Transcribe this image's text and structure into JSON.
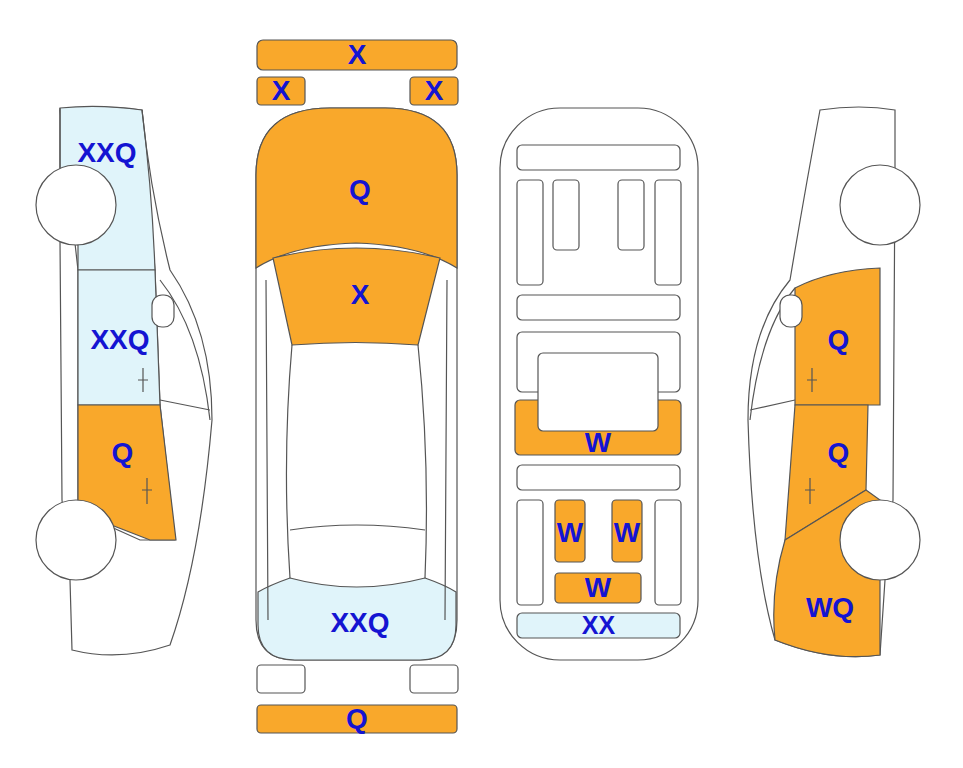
{
  "diagram": {
    "nodes": [
      {
        "text": [
          "X"
        ]
      },
      {
        "text": [
          "X"
        ]
      },
      {
        "text": [
          "X"
        ]
      },
      {
        "text": [
          "XXQ"
        ]
      },
      {
        "text": [
          "XXQ"
        ]
      },
      {
        "text": [
          "Q"
        ]
      },
      {
        "text": [
          "Q"
        ]
      },
      {
        "text": [
          "X"
        ]
      },
      {
        "text": [
          "XXQ"
        ]
      },
      {
        "text": [
          "Q"
        ]
      },
      {
        "text": [
          "W"
        ]
      },
      {
        "text": [
          "W"
        ]
      },
      {
        "text": [
          "W"
        ]
      },
      {
        "text": [
          "W"
        ]
      },
      {
        "text": [
          "XX"
        ]
      },
      {
        "text": [
          "Q"
        ]
      },
      {
        "text": [
          "Q"
        ]
      },
      {
        "text": [
          "WQ"
        ]
      }
    ]
  }
}
